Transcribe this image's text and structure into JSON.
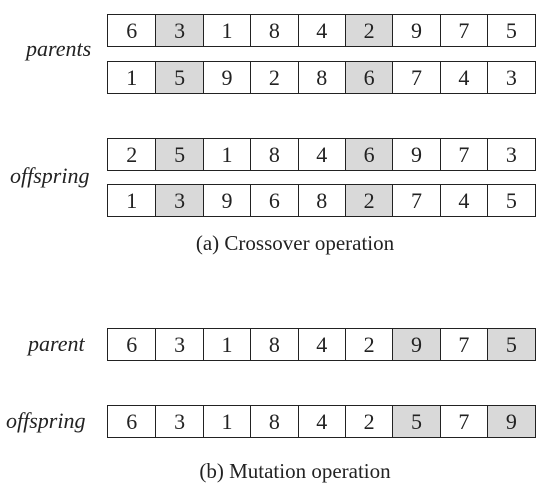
{
  "crossover": {
    "parents_label": "parents",
    "offspring_label": "offspring",
    "parents": [
      {
        "values": [
          "6",
          "3",
          "1",
          "8",
          "4",
          "2",
          "9",
          "7",
          "5"
        ],
        "highlight": [
          1,
          5
        ]
      },
      {
        "values": [
          "1",
          "5",
          "9",
          "2",
          "8",
          "6",
          "7",
          "4",
          "3"
        ],
        "highlight": [
          1,
          5
        ]
      }
    ],
    "offspring": [
      {
        "values": [
          "2",
          "5",
          "1",
          "8",
          "4",
          "6",
          "9",
          "7",
          "3"
        ],
        "highlight": [
          1,
          5
        ]
      },
      {
        "values": [
          "1",
          "3",
          "9",
          "6",
          "8",
          "2",
          "7",
          "4",
          "5"
        ],
        "highlight": [
          1,
          5
        ]
      }
    ],
    "caption": "(a) Crossover operation"
  },
  "mutation": {
    "parent_label": "parent",
    "offspring_label": "offspring",
    "parent": {
      "values": [
        "6",
        "3",
        "1",
        "8",
        "4",
        "2",
        "9",
        "7",
        "5"
      ],
      "highlight": [
        6,
        8
      ]
    },
    "offspring": {
      "values": [
        "6",
        "3",
        "1",
        "8",
        "4",
        "2",
        "5",
        "7",
        "9"
      ],
      "highlight": [
        6,
        8
      ]
    },
    "caption": "(b) Mutation operation"
  },
  "colors": {
    "highlight": "#d9d9d9",
    "border": "#222222"
  }
}
